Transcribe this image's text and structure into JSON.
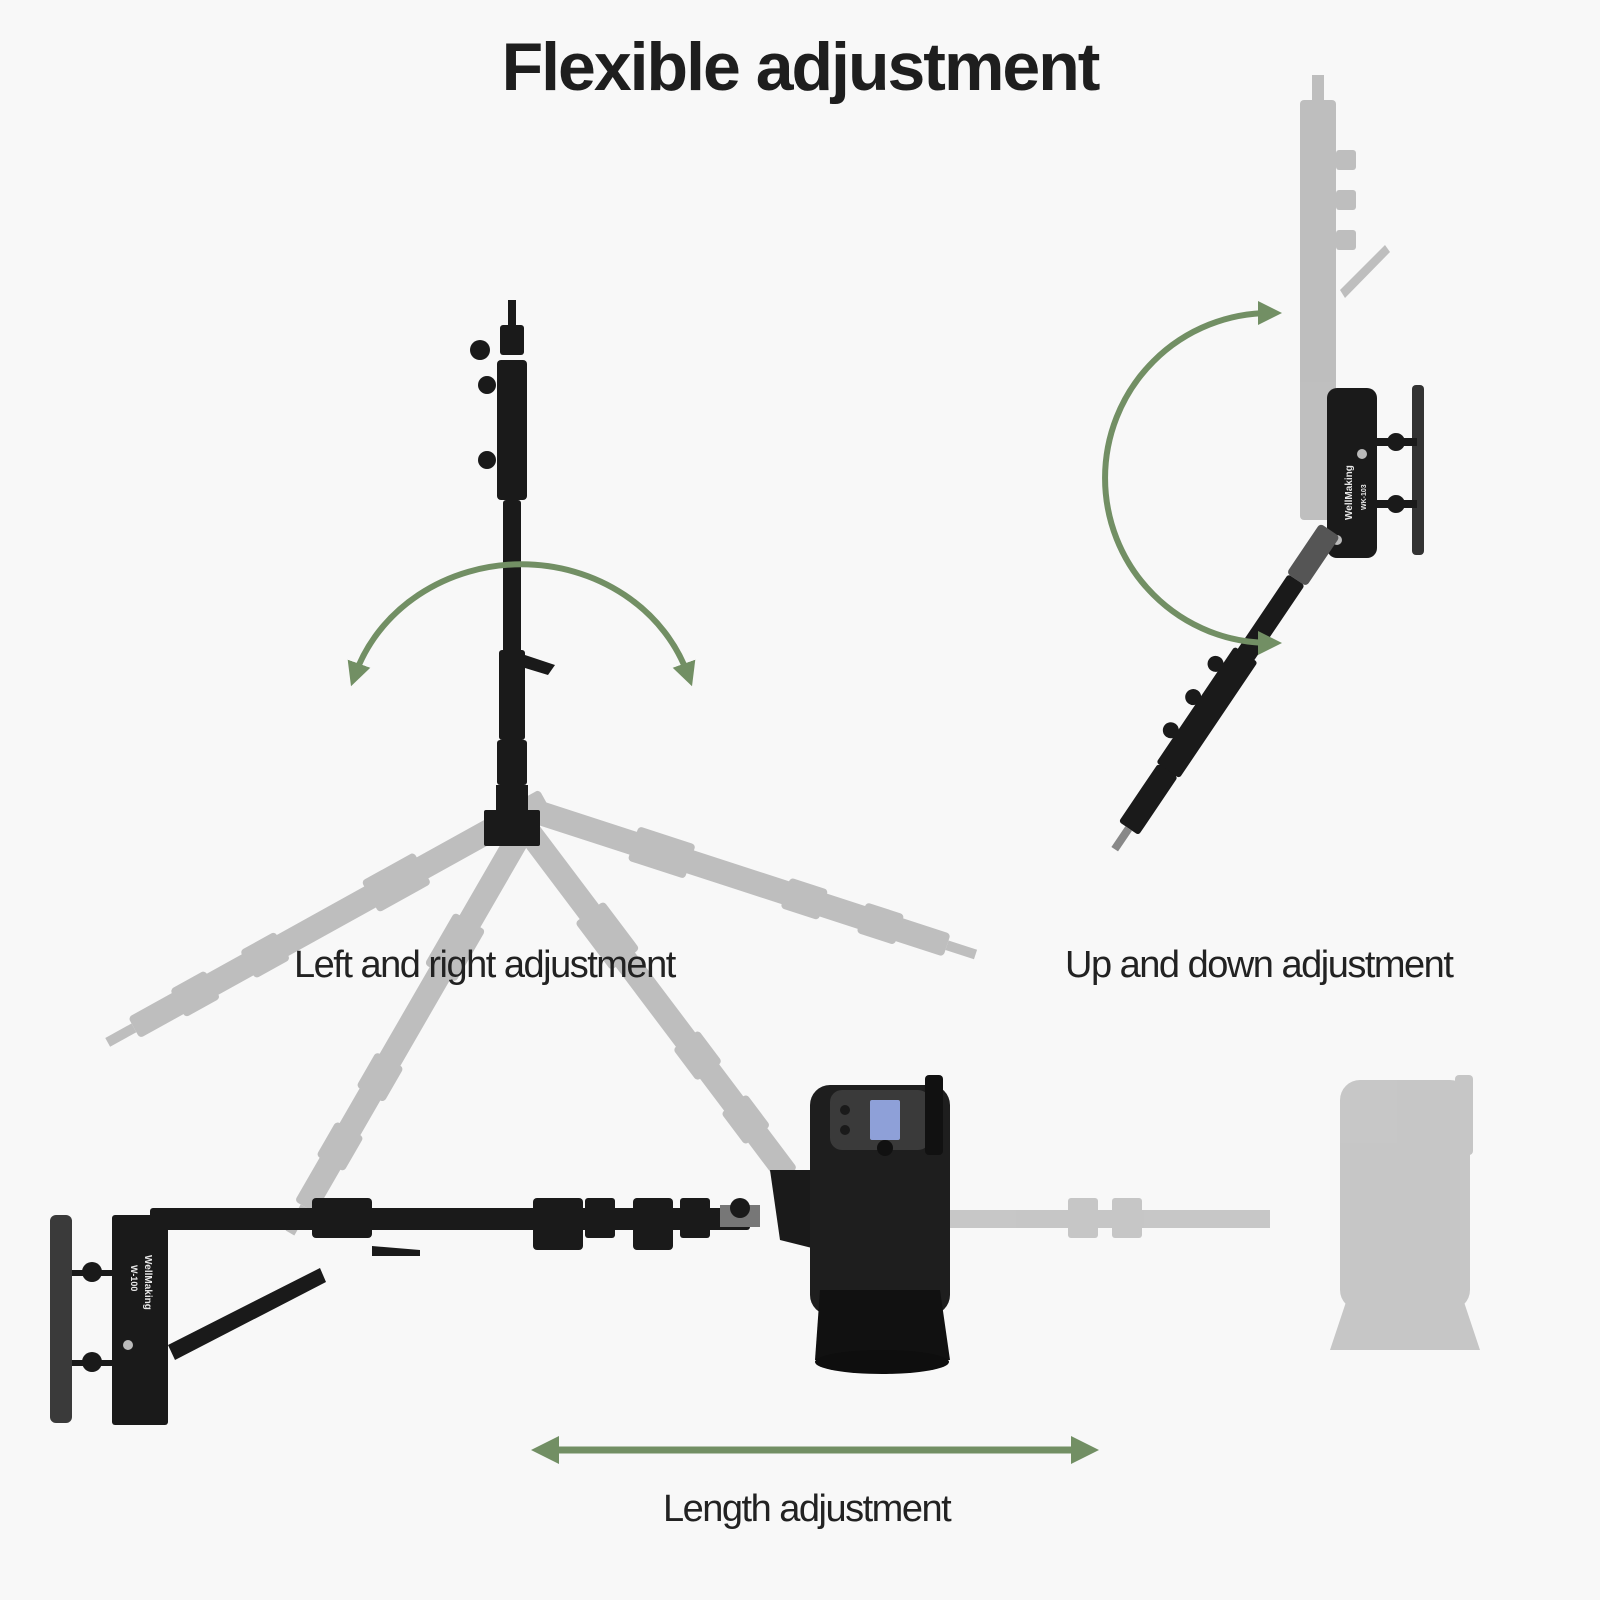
{
  "title": "Flexible adjustment",
  "panels": [
    {
      "id": "left-right",
      "caption": "Left and right adjustment",
      "arrow": "curved-double-arrow"
    },
    {
      "id": "up-down",
      "caption": "Up and down adjustment",
      "arrow": "curved-double-arrow",
      "product_label": {
        "brand": "WellMaking",
        "model": "WK-103"
      }
    },
    {
      "id": "length",
      "caption": "Length adjustment",
      "arrow": "horizontal-double-arrow",
      "product_label": {
        "brand": "WellMaking",
        "model": "W-100"
      }
    }
  ],
  "colors": {
    "background": "#f8f8f8",
    "arrow_green": "#728f64",
    "product_black": "#1a1a1a",
    "ghost_gray": "#c4c4c4",
    "text": "#1e1e1e"
  }
}
